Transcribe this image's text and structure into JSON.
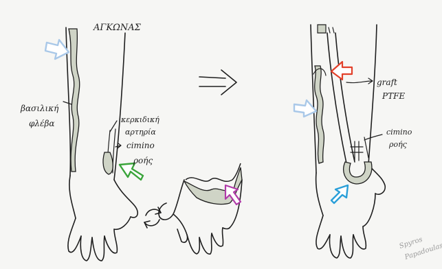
{
  "colors": {
    "background": "#f6f6f4",
    "ink": "#1e1e1e",
    "vein_fill": "#cfd4c6",
    "arrow_light_blue": "#a9c8e8",
    "arrow_green": "#3aa43a",
    "arrow_purple": "#b03aa8",
    "arrow_red": "#e2402a",
    "arrow_blue": "#2a9fd8"
  },
  "icons": {
    "transform_arrow": "right-arrow-icon",
    "rotate": "rotate-icon",
    "pointer_arrows": "block-arrow-icon"
  },
  "labels": {
    "top_left": "ΑΓΚΩΝΑΣ",
    "basilic_line1": "βασιλική",
    "basilic_line2": "φλέβα",
    "radial_artery_line1": "κερκιδική",
    "radial_artery_line2": "αρτηρία",
    "cimino_left_line1": "cimino",
    "cimino_left_line2": "ροής",
    "graft_line1": "graft",
    "graft_line2": "PTFE",
    "cimino_right_line1": "cimino",
    "cimino_right_line2": "ροής",
    "signature_line1": "Spyros",
    "signature_line2": "Papadoulas"
  }
}
